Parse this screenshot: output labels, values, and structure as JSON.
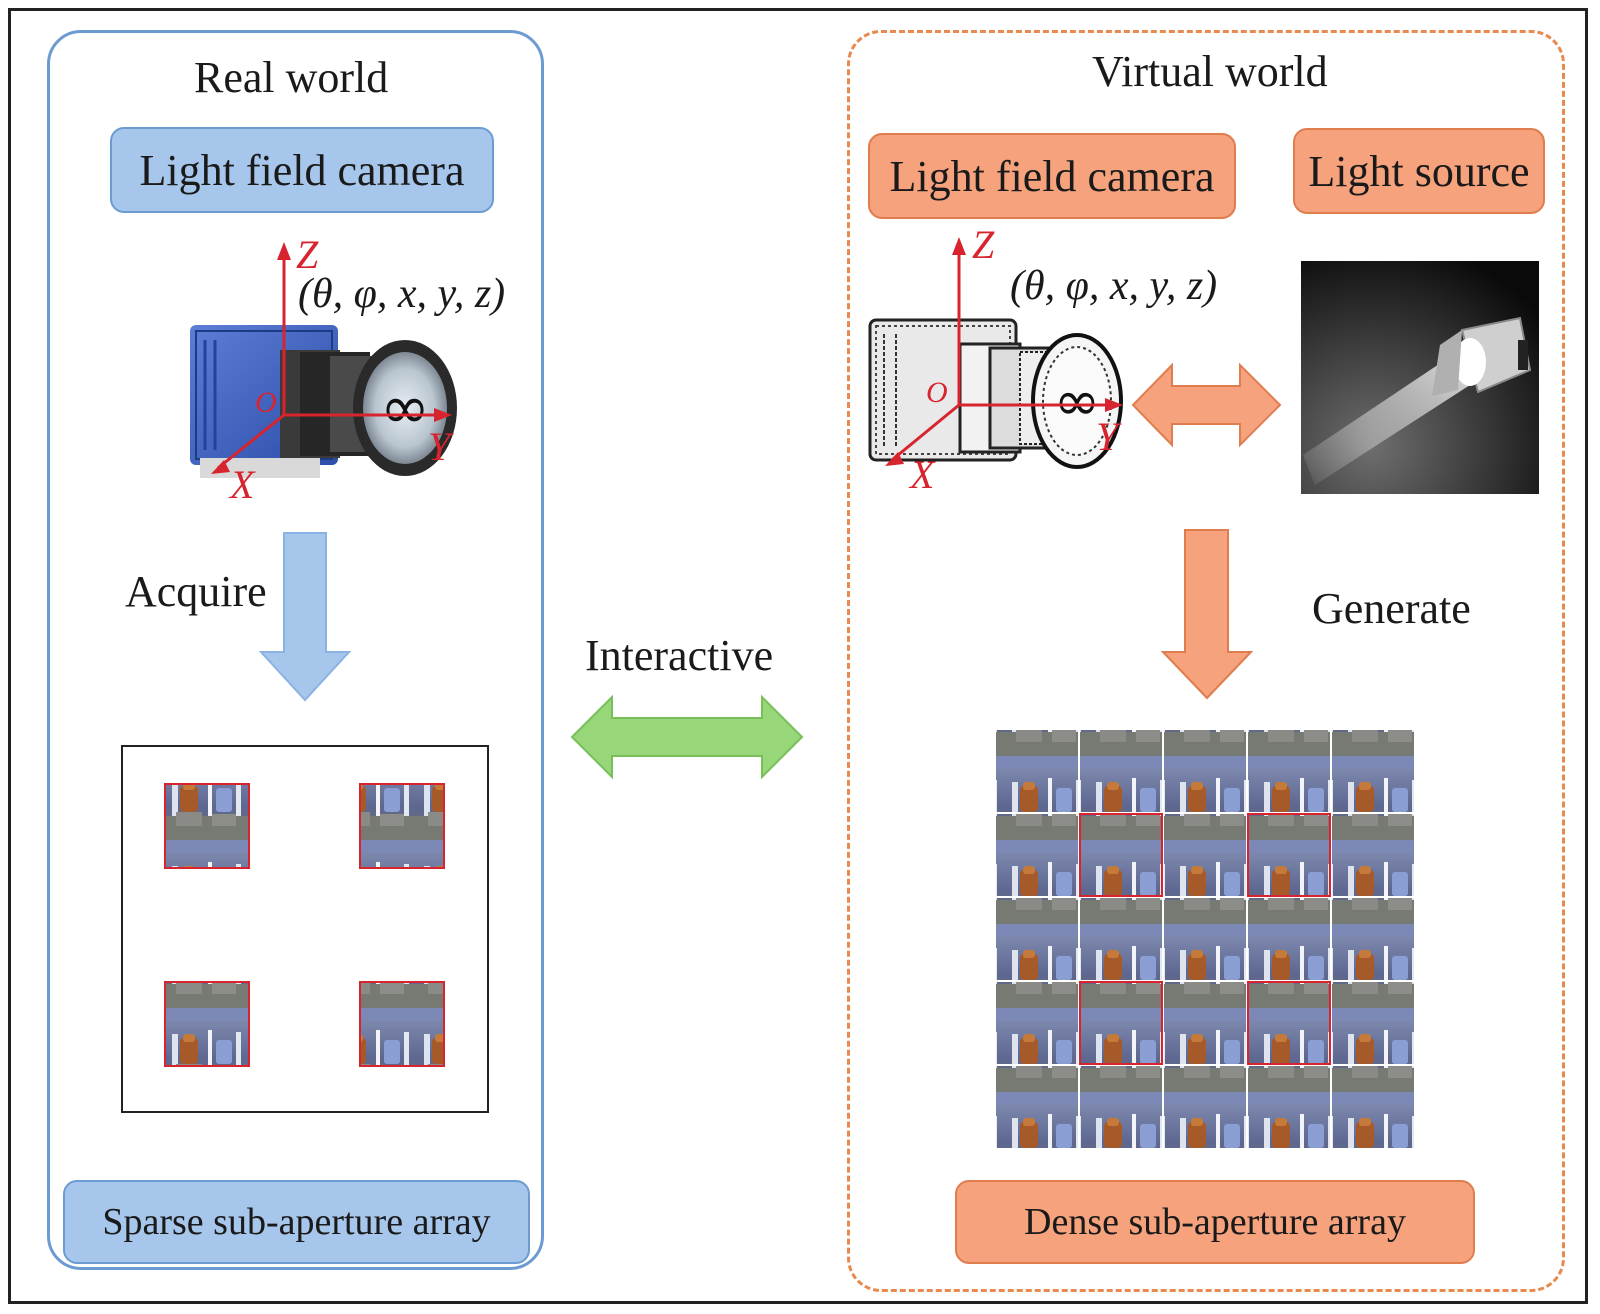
{
  "real_world": {
    "title": "Real world",
    "camera_label": "Light field camera",
    "coords": "(θ, φ, x, y, z)",
    "axes": {
      "z": "Z",
      "y": "Y",
      "x": "X",
      "origin": "O"
    },
    "acquire_label": "Acquire",
    "array_label": "Sparse sub-aperture array"
  },
  "virtual_world": {
    "title": "Virtual world",
    "camera_label": "Light field camera",
    "light_label": "Light source",
    "coords": "(θ, φ, x, y, z)",
    "axes": {
      "z": "Z",
      "y": "Y",
      "x": "X",
      "origin": "O"
    },
    "generate_label": "Generate",
    "array_label": "Dense sub-aperture array"
  },
  "interactive_label": "Interactive",
  "colors": {
    "blue_fill": "#a7c6ec",
    "blue_border": "#6c9bd2",
    "orange_fill": "#f5a27d",
    "orange_border": "#e07d4f",
    "green_arrow": "#8fd06e",
    "axis_red": "#d8242e",
    "highlight_red": "#d8242e"
  }
}
